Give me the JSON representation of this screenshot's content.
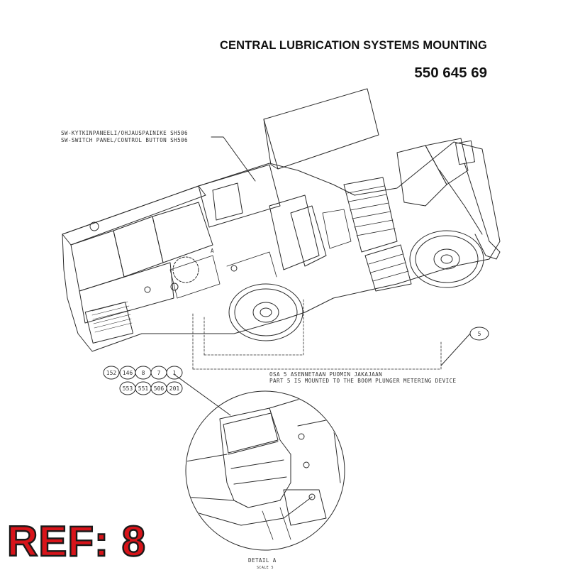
{
  "header": {
    "title": "CENTRAL LUBRICATION SYSTEMS MOUNTING",
    "part_number": "550 645 69"
  },
  "callouts": {
    "switch_fi": "SW-KYTKINPANEELI/OHJAUSPAINIKE SH506",
    "switch_en": "SW-SWITCH PANEL/CONTROL BUTTON SH506",
    "part5_fi": "OSA 5 ASENNETAAN PUOMIN JAKAJAAN",
    "part5_en": "PART 5 IS MOUNTED TO THE BOOM PLUNGER METERING DEVICE",
    "part5_bubble": "5"
  },
  "balloons": {
    "row1": [
      "152",
      "146",
      "8",
      "7",
      "1"
    ],
    "row2": [
      "553",
      "551",
      "506",
      "201"
    ]
  },
  "detail": {
    "label": "DETAIL A",
    "scale": "SCALE 5",
    "view_letter": "A"
  },
  "ref": {
    "text": "REF: 8"
  }
}
